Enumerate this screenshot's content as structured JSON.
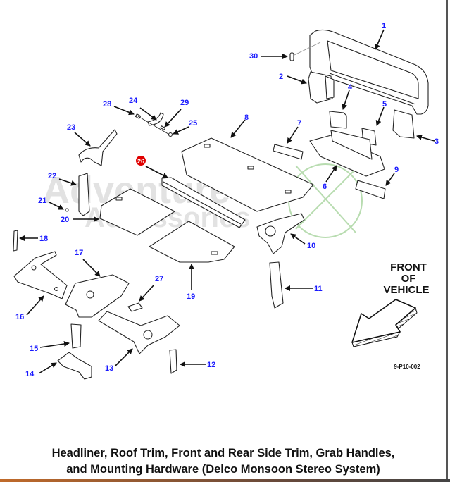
{
  "caption": {
    "line1": "Headliner, Roof Trim, Front and Rear Side Trim, Grab Handles,",
    "line2": "and Mounting Hardware (Delco Monsoon Stereo System)"
  },
  "watermark": {
    "line1": "Adventure",
    "line2": "Accessories"
  },
  "orientation": {
    "line1": "FRONT",
    "line2": "OF",
    "line3": "VEHICLE",
    "icon": "front-of-vehicle-arrow"
  },
  "figure_code": "9-P10-002",
  "colors": {
    "callout": "#1a1aff",
    "highlight_badge": "#e00000",
    "watermark": "#d9d9d9",
    "watermark_logo": "#b8dcb0"
  },
  "callouts": [
    {
      "id": "1",
      "label": "1"
    },
    {
      "id": "2",
      "label": "2"
    },
    {
      "id": "3",
      "label": "3"
    },
    {
      "id": "4",
      "label": "4"
    },
    {
      "id": "5",
      "label": "5"
    },
    {
      "id": "6",
      "label": "6"
    },
    {
      "id": "7",
      "label": "7"
    },
    {
      "id": "8",
      "label": "8"
    },
    {
      "id": "9",
      "label": "9"
    },
    {
      "id": "10",
      "label": "10"
    },
    {
      "id": "11",
      "label": "11"
    },
    {
      "id": "12",
      "label": "12"
    },
    {
      "id": "13",
      "label": "13"
    },
    {
      "id": "14",
      "label": "14"
    },
    {
      "id": "15",
      "label": "15"
    },
    {
      "id": "16",
      "label": "16"
    },
    {
      "id": "17",
      "label": "17"
    },
    {
      "id": "18",
      "label": "18"
    },
    {
      "id": "19",
      "label": "19"
    },
    {
      "id": "20",
      "label": "20"
    },
    {
      "id": "21",
      "label": "21"
    },
    {
      "id": "22",
      "label": "22"
    },
    {
      "id": "23",
      "label": "23"
    },
    {
      "id": "24",
      "label": "24"
    },
    {
      "id": "25",
      "label": "25"
    },
    {
      "id": "26",
      "label": "26",
      "highlighted": true
    },
    {
      "id": "27",
      "label": "27"
    },
    {
      "id": "28",
      "label": "28"
    },
    {
      "id": "29",
      "label": "29"
    },
    {
      "id": "30",
      "label": "30"
    }
  ]
}
